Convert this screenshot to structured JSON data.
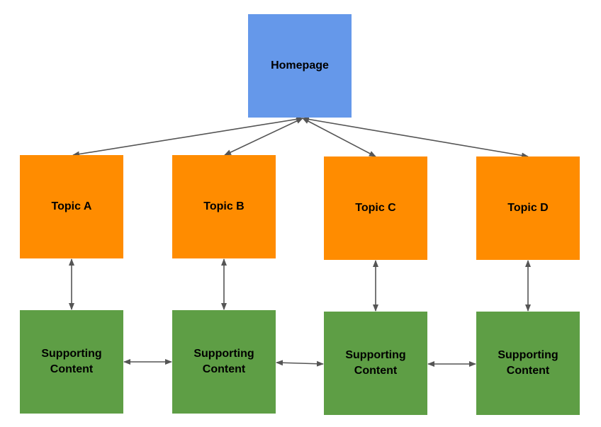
{
  "colors": {
    "homepage": "#6598ea",
    "topic": "#ff8c00",
    "supporting": "#5e9e45",
    "arrow": "#555555"
  },
  "homepage": {
    "label": "Homepage"
  },
  "topics": [
    {
      "label": "Topic A"
    },
    {
      "label": "Topic B"
    },
    {
      "label": "Topic C"
    },
    {
      "label": "Topic D"
    }
  ],
  "supporting": [
    {
      "label_line1": "Supporting",
      "label_line2": "Content"
    },
    {
      "label_line1": "Supporting",
      "label_line2": "Content"
    },
    {
      "label_line1": "Supporting",
      "label_line2": "Content"
    },
    {
      "label_line1": "Supporting",
      "label_line2": "Content"
    }
  ]
}
